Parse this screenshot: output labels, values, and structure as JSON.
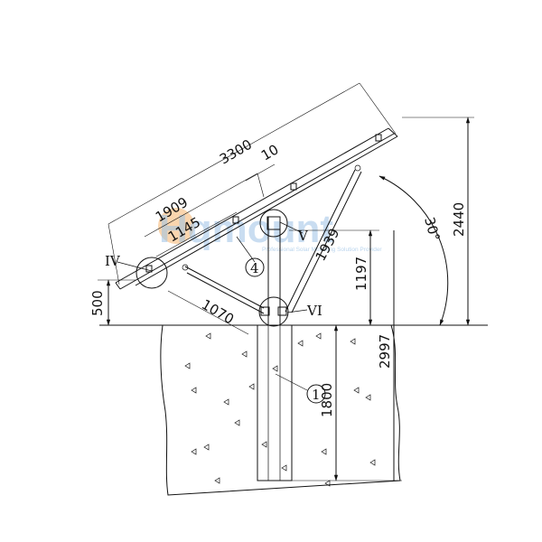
{
  "watermark": {
    "brand": "Hqmount",
    "tagline": "Professional Solar Mounting Solution Provider",
    "logo_color": "#9dc3e6",
    "accent_color": "#f5b26b"
  },
  "dimensions": {
    "panel_length": "3300",
    "gap": "10",
    "top_purlin_pos": "1909",
    "lower_purlin_pos": "1145",
    "front_height": "500",
    "brace_length": "1070",
    "rear_strut_length": "1939",
    "pivot_height": "1197",
    "top_height": "2440",
    "total_post_length": "2997",
    "embedment_depth": "1800",
    "tilt_angle": "30°"
  },
  "callouts": {
    "detail_iv": "IV",
    "detail_v": "V",
    "detail_vi": "VI",
    "part_4": "4",
    "part_1": "1"
  }
}
